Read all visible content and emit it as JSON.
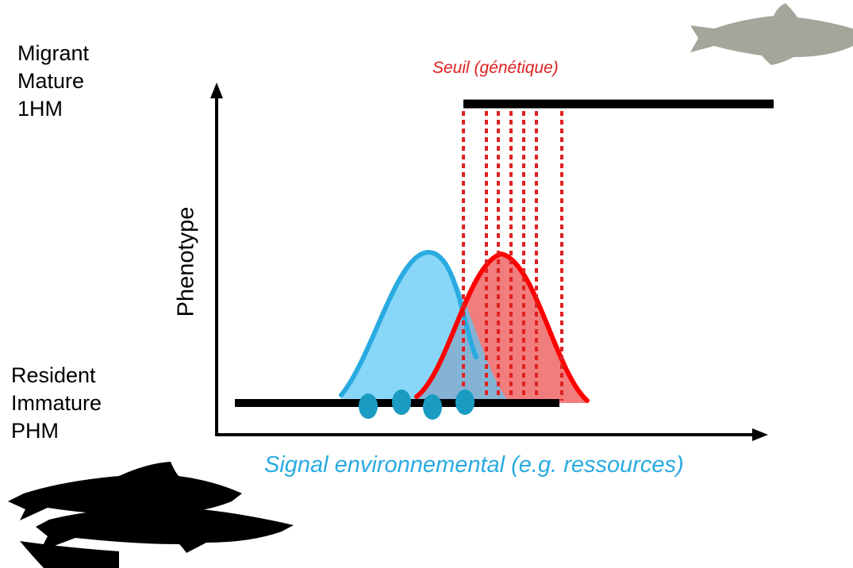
{
  "labels": {
    "top_left": [
      "Migrant",
      "Mature",
      "1HM"
    ],
    "bottom_left": [
      "Resident",
      "Immature",
      "PHM"
    ],
    "y_axis": "Phenotype",
    "x_axis": "Signal environnemental (e.g. ressources)",
    "threshold": "Seuil (génétique)"
  },
  "colors": {
    "environment_curve": "#29abe2",
    "environment_fill": "#5bc8f5",
    "genetic_curve": "#ff0000",
    "genetic_fill": "#ef6666",
    "threshold_lines": "#e02020",
    "individuals": "#1a9cc2",
    "axis": "#000000",
    "migrant_fish": "#a6a59b",
    "resident_fish": "#000000"
  },
  "icons": {
    "top_right": "trout-icon",
    "bottom_left": "trout-group-icon"
  }
}
